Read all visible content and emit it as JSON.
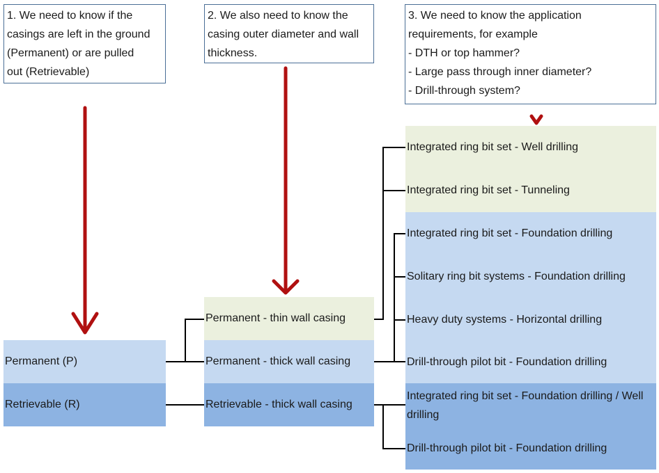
{
  "colors": {
    "green": "#ebf0de",
    "light_blue": "#c5d9f1",
    "dark_blue": "#8db3e2",
    "arrow_red": "#b01010",
    "note_border": "#4a6e96"
  },
  "notes": {
    "n1": [
      "1. We need to know if the",
      "casings are left in the ground",
      "(Permanent) or are pulled",
      "out (Retrievable)"
    ],
    "n2": [
      "2. We also need to know the",
      "casing outer diameter and wall",
      "thickness."
    ],
    "n3": [
      "3. We need to know the application",
      "requirements, for example",
      "- DTH or top hammer?",
      "- Large pass through inner diameter?",
      "- Drill-through system?"
    ]
  },
  "col1": {
    "permanent": "Permanent (P)",
    "retrievable": "Retrievable (R)"
  },
  "col2": {
    "thin": "Permanent - thin wall casing",
    "thick_p": "Permanent - thick wall casing",
    "thick_r": "Retrievable - thick wall casing"
  },
  "col3": {
    "well": "Integrated ring bit set - Well drilling",
    "tunnel": "Integrated ring bit set - Tunneling",
    "found1": "Integrated ring bit set - Foundation drilling",
    "solitary": "Solitary ring bit systems - Foundation drilling",
    "heavy": "Heavy duty systems - Horizontal drilling",
    "pilot1": "Drill-through pilot bit - Foundation drilling",
    "found_well": "Integrated ring bit set - Foundation drilling / Well drilling",
    "pilot2": "Drill-through pilot bit - Foundation drilling"
  }
}
